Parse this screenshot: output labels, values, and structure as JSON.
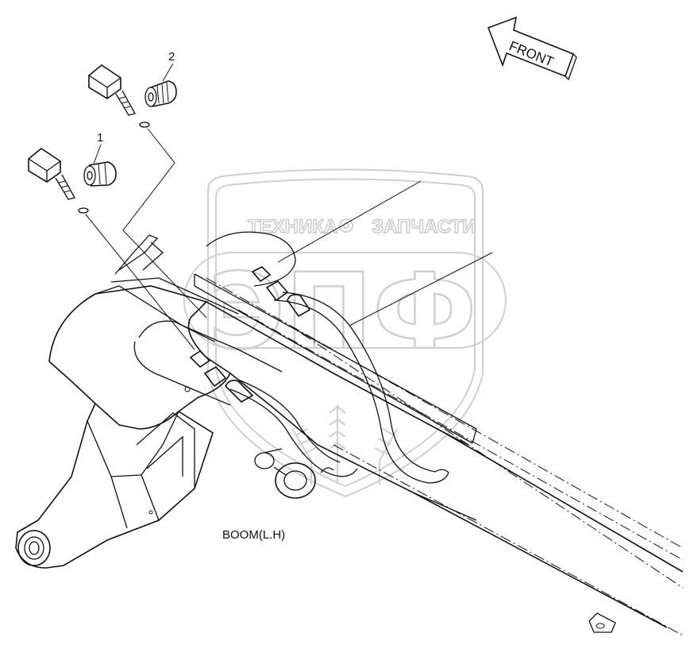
{
  "labels": {
    "front": "FRONT",
    "boom": "BOOM(L.H)",
    "callout_1": "1",
    "callout_2": "2"
  },
  "watermark": {
    "top_text_left": "ТЕХНИКА",
    "top_text_right": "ЗАПЧАСТИ",
    "big_text": "ЭПФ"
  },
  "colors": {
    "line": "#111111",
    "watermark": "#cfcfcf",
    "background": "#ffffff"
  }
}
